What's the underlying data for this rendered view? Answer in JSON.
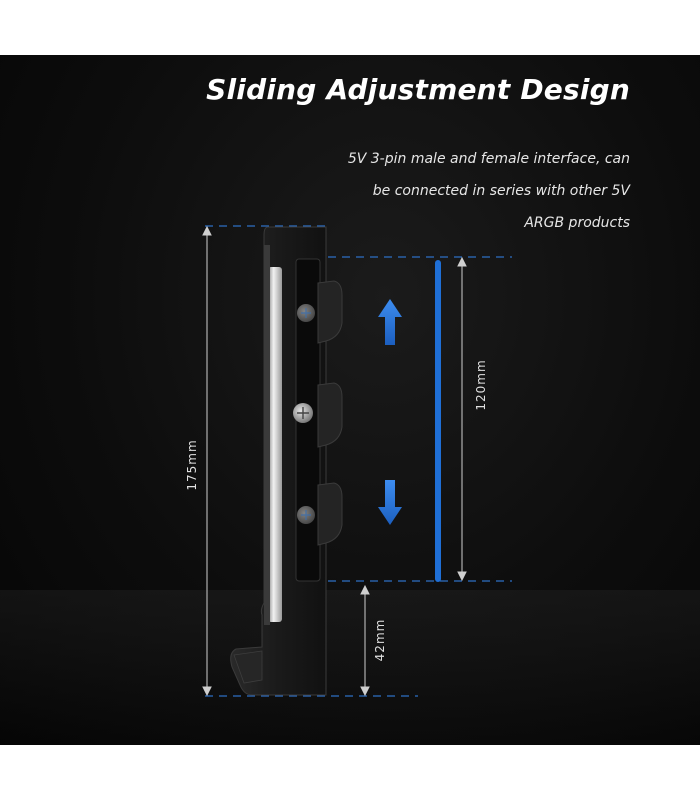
{
  "title": "Sliding Adjustment Design",
  "description": {
    "line1": "5V 3-pin male and female interface, can",
    "line2": "be connected in series with other 5V",
    "line3": "ARGB products"
  },
  "dimensions": {
    "total_height": "175mm",
    "slide_range": "120mm",
    "base_height": "42mm"
  },
  "colors": {
    "accent_blue": "#1f6fd6",
    "dashed_line": "#2d6fc4",
    "background": "#0a0a0a"
  }
}
